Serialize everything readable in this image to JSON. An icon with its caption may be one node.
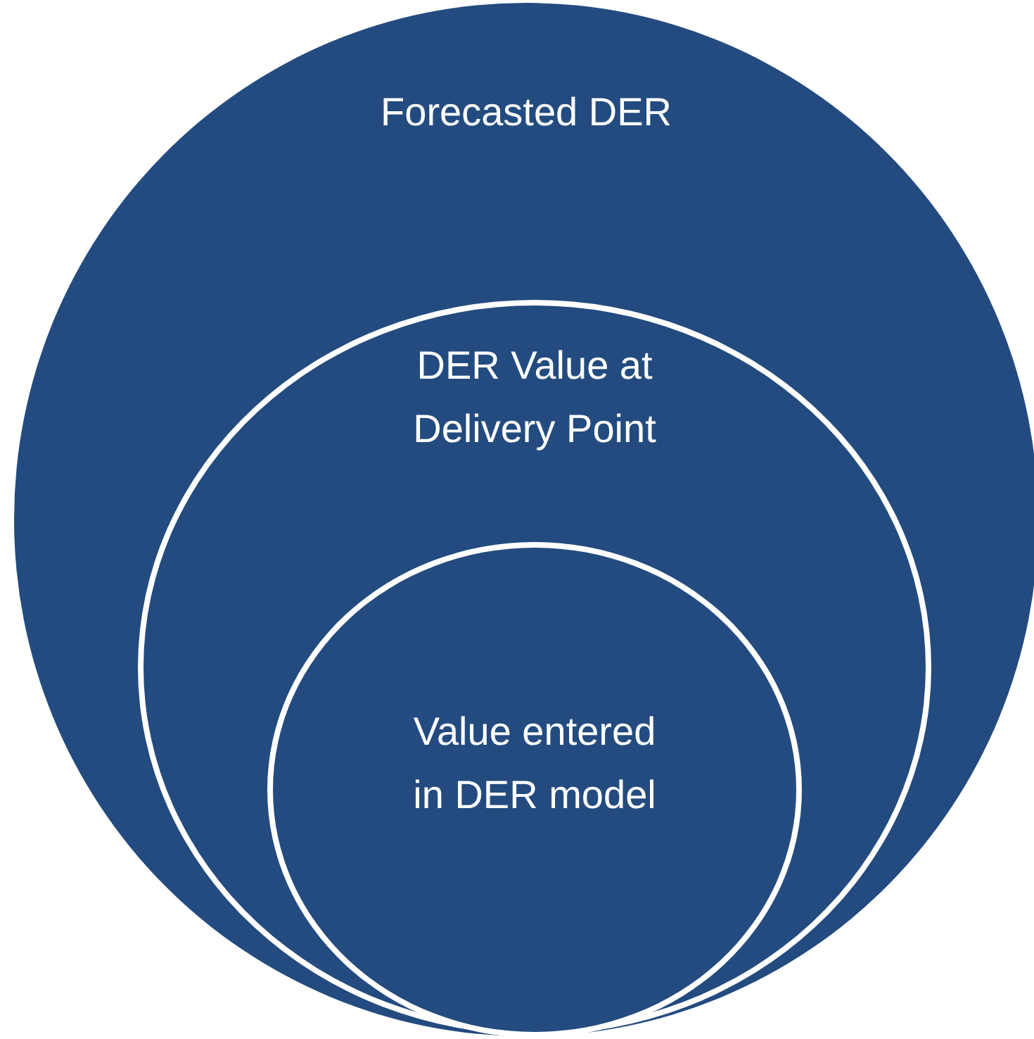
{
  "diagram": {
    "nodes": [
      {
        "text": [
          "Forecasted DER"
        ]
      },
      {
        "text": [
          "DER Value at Delivery Point"
        ],
        "in": 0
      },
      {
        "text": [
          "Value entered in DER model"
        ],
        "in": 1
      }
    ]
  }
}
